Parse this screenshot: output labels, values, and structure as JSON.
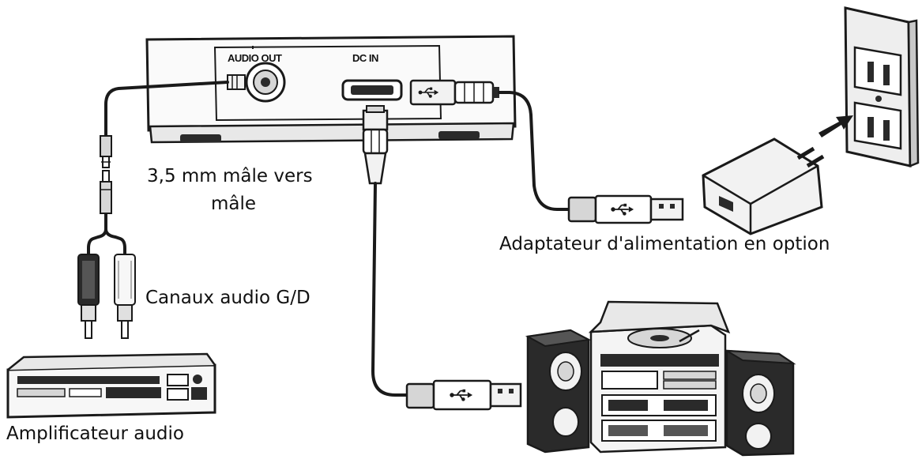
{
  "device": {
    "port_audio_out": "AUDIO OUT",
    "port_dc_in": "DC IN"
  },
  "labels": {
    "cable_35mm_line1": "3,5 mm mâle vers",
    "cable_35mm_line2": "mâle",
    "rca_channels": "Canaux audio G/D",
    "power_adapter": "Adaptateur d'alimentation en option",
    "amplifier": "Amplificateur audio"
  },
  "colors": {
    "line": "#1a1a1a",
    "fill_light": "#f2f2f2",
    "fill_gray": "#d6d6d6",
    "fill_dark": "#2a2a2a"
  },
  "icons": [
    "usb-icon",
    "power-plug-icon",
    "audio-jack-icon",
    "rca-plug-icon"
  ]
}
